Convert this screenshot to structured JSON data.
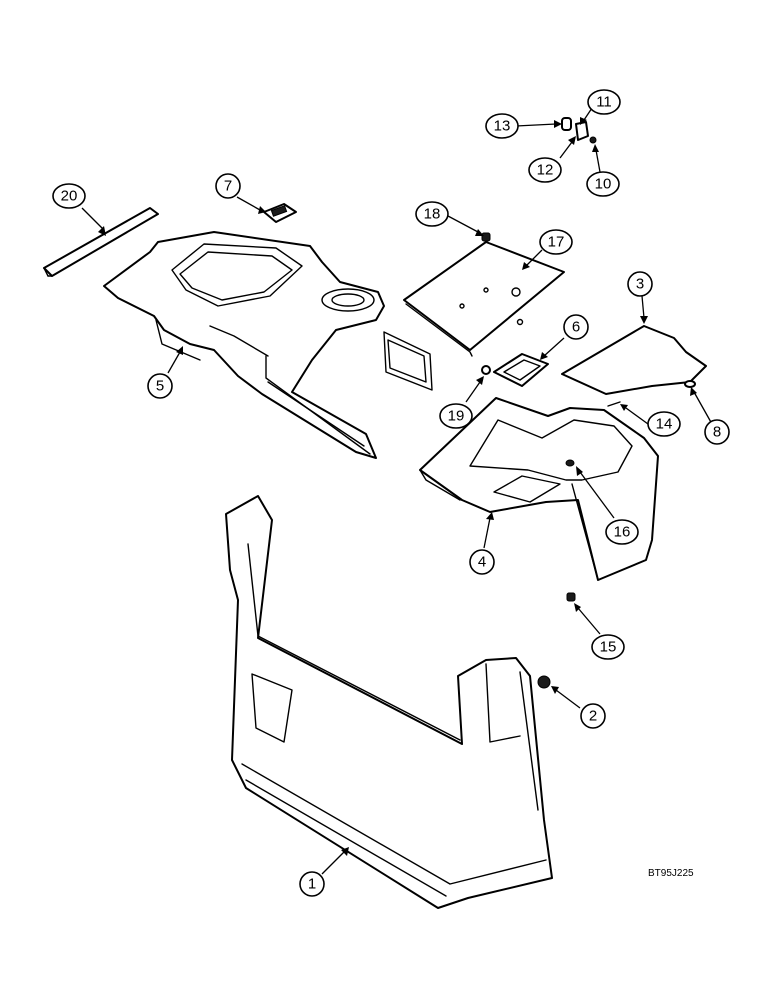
{
  "callouts": [
    "1",
    "2",
    "3",
    "4",
    "5",
    "6",
    "7",
    "8",
    "10",
    "11",
    "12",
    "13",
    "14",
    "15",
    "16",
    "17",
    "18",
    "19",
    "20"
  ],
  "reference_code": "BT95J225"
}
